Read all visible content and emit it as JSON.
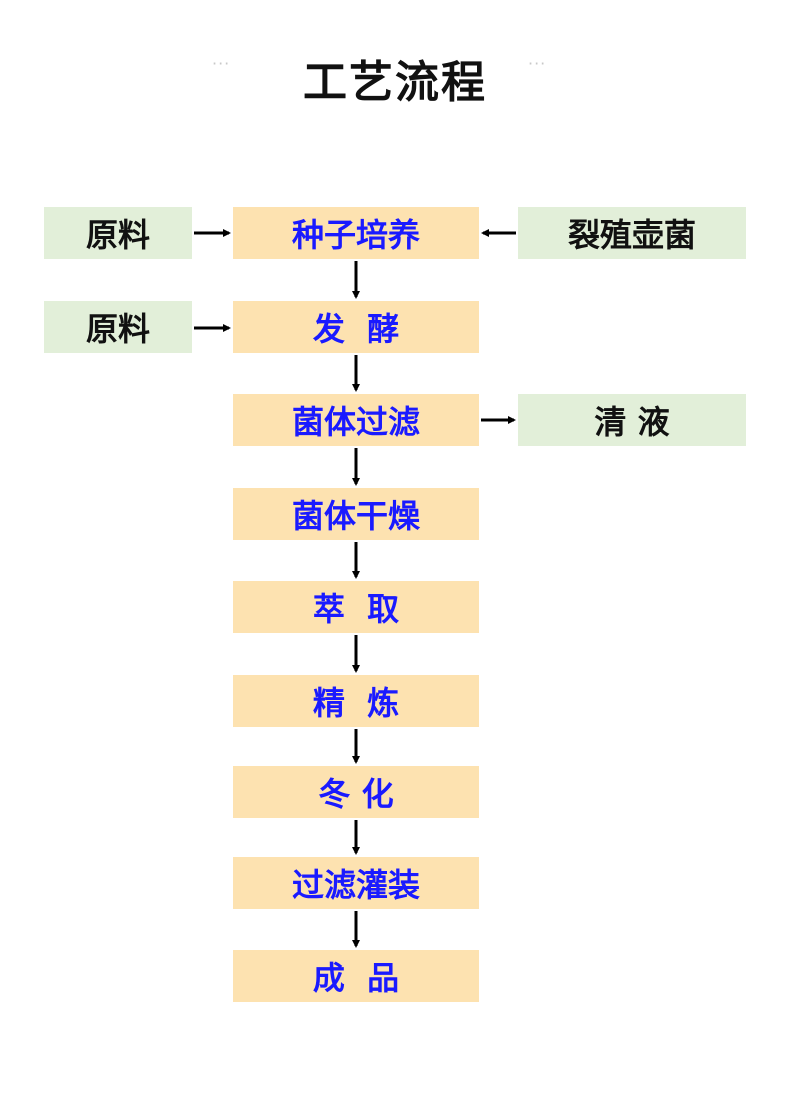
{
  "header": {
    "title": "工艺流程",
    "left_ornament": "···",
    "right_ornament": "···"
  },
  "flow": {
    "steps": [
      "种子培养",
      "发  酵",
      "菌体过滤",
      "菌体干燥",
      "萃  取",
      "精  炼",
      "冬 化",
      "过滤灌装",
      "成  品"
    ]
  },
  "inputs": {
    "raw_material_1": "原料",
    "raw_material_2": "原料",
    "strain": "裂殖壶菌"
  },
  "outputs": {
    "clear_liquid": "清 液"
  },
  "colors": {
    "process_box": "#fde2b0",
    "process_text": "#1a1aff",
    "side_box": "#e2efd9",
    "arrow": "#000000"
  }
}
